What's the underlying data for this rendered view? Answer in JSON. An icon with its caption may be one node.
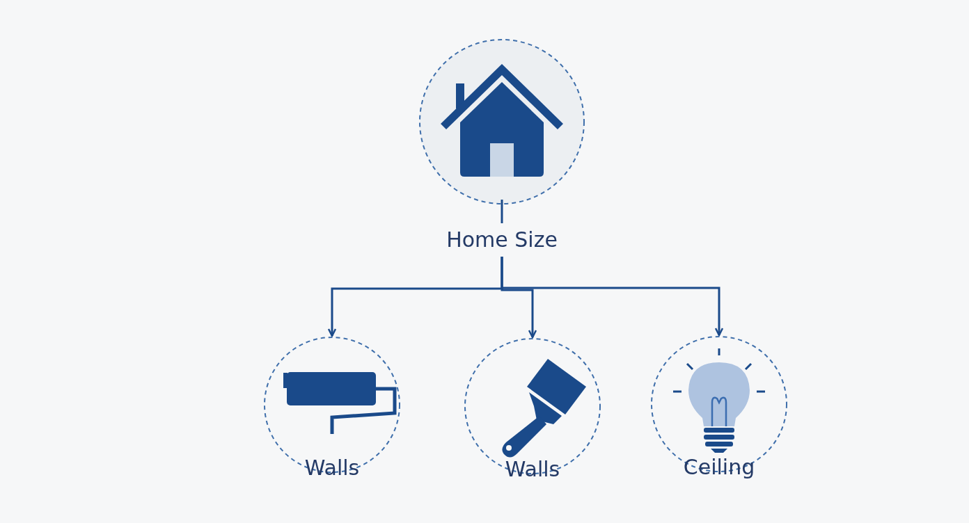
{
  "diagram": {
    "nodes": [
      {
        "text": [
          "Home Size"
        ]
      },
      {
        "text": [
          "Walls"
        ]
      },
      {
        "text": [
          "Walls"
        ]
      },
      {
        "text": [
          "Ceiling"
        ]
      }
    ],
    "edges": [
      {
        "from": 0,
        "to": 1,
        "arrow": "to"
      },
      {
        "from": 0,
        "to": 2,
        "arrow": "to"
      },
      {
        "from": 0,
        "to": 3,
        "arrow": "to"
      }
    ]
  }
}
